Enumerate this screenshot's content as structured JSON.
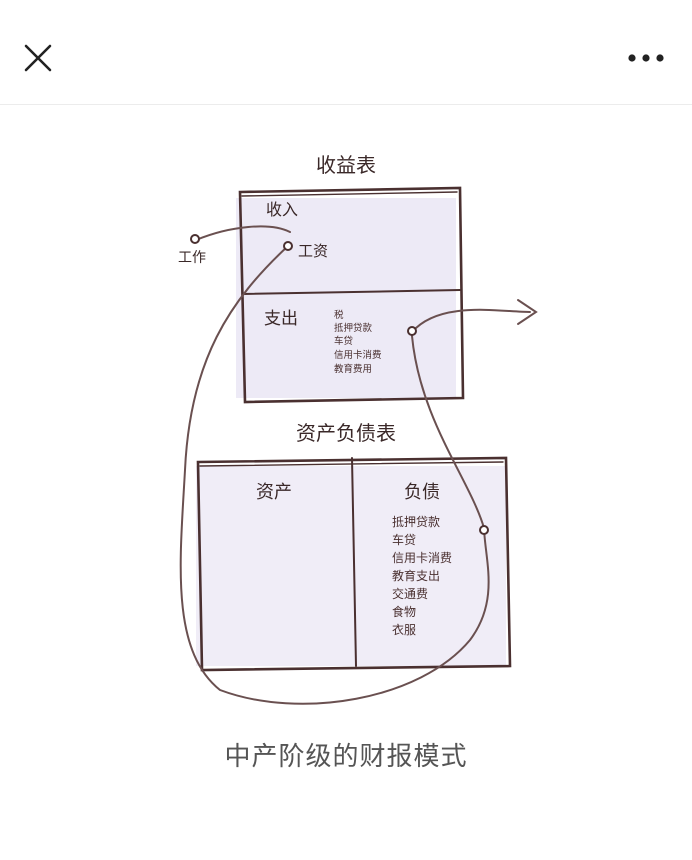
{
  "header": {
    "close_icon": "close-icon",
    "more_icon": "more-options-icon"
  },
  "diagram": {
    "income_statement": {
      "title": "收益表",
      "income_label": "收入",
      "salary_label": "工资",
      "expense_label": "支出",
      "expense_items": [
        "税",
        "抵押贷款",
        "车贷",
        "信用卡消费",
        "教育费用"
      ]
    },
    "work_label": "工作",
    "balance_sheet": {
      "title": "资产负债表",
      "assets_label": "资产",
      "liabilities_label": "负债",
      "liability_items": [
        "抵押贷款",
        "车贷",
        "信用卡消费",
        "教育支出",
        "交通费",
        "食物",
        "衣服"
      ]
    },
    "colors": {
      "ink": "#4a3030",
      "shadow": "#d8d2ea"
    }
  },
  "caption": "中产阶级的财报模式"
}
